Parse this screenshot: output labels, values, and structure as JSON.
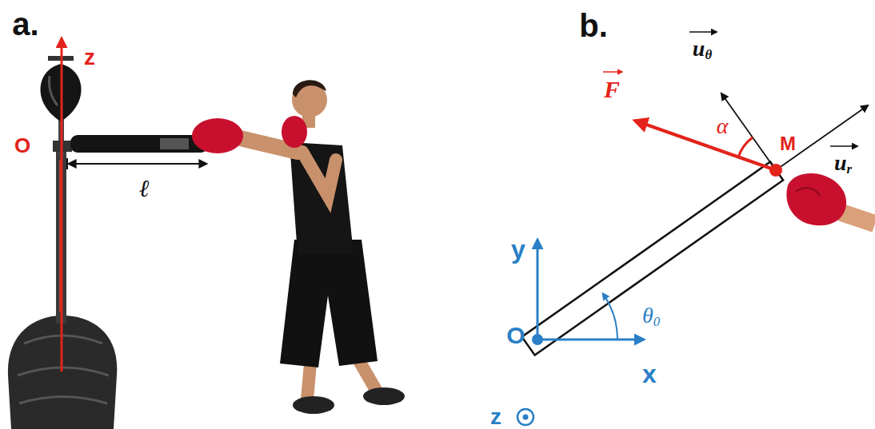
{
  "diagram": {
    "labels": [
      "a.",
      "z",
      "O",
      "ℓ",
      "b.",
      "uθ",
      "F",
      "α",
      "M",
      "ur",
      "y",
      "O",
      "θ0",
      "x",
      "z"
    ]
  }
}
